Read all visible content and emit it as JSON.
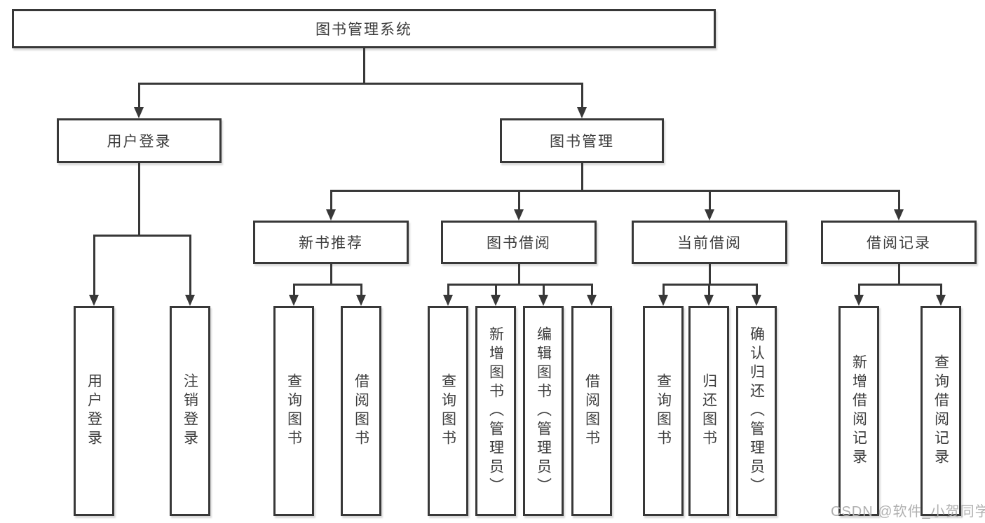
{
  "title": {
    "label": "图书管理系统"
  },
  "branches": [
    {
      "label": "用户登录",
      "children": [
        {
          "label": "用户登录"
        },
        {
          "label": "注销登录"
        }
      ]
    },
    {
      "label": "图书管理",
      "children": [
        {
          "label": "新书推荐",
          "children": [
            {
              "label": "查询图书"
            },
            {
              "label": "借阅图书"
            }
          ]
        },
        {
          "label": "图书借阅",
          "children": [
            {
              "label": "查询图书"
            },
            {
              "label": "新增图书（管理员）"
            },
            {
              "label": "编辑图书（管理员）"
            },
            {
              "label": "借阅图书"
            }
          ]
        },
        {
          "label": "当前借阅",
          "children": [
            {
              "label": "查询图书"
            },
            {
              "label": "归还图书"
            },
            {
              "label": "确认归还（管理员）"
            }
          ]
        },
        {
          "label": "借阅记录",
          "children": [
            {
              "label": "新增借阅记录"
            },
            {
              "label": "查询借阅记录"
            }
          ]
        }
      ]
    }
  ],
  "watermark": {
    "text": "CSDN @软件_小贺同学"
  },
  "colors": {
    "line": "#383838",
    "text": "#3d3d3d",
    "watermark": "#b0b0b0",
    "background": "#ffffff"
  }
}
